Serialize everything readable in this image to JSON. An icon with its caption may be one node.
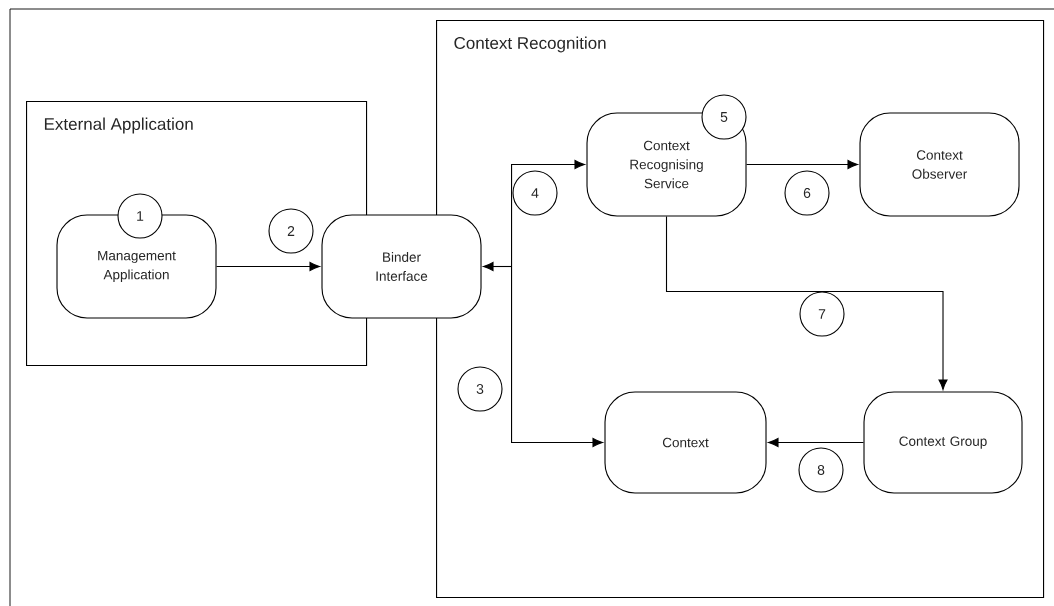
{
  "diagram": {
    "nodes": [
      {
        "text": [
          "External Application"
        ]
      },
      {
        "text": [
          "1"
        ],
        "in": 0
      },
      {
        "text": [
          "Management Application"
        ],
        "in": 0
      },
      {
        "text": [
          "2"
        ],
        "in": 0
      },
      {
        "text": [
          "Binder Interface"
        ]
      },
      {
        "text": [
          "Context Recognition"
        ]
      },
      {
        "text": [
          "3"
        ],
        "in": 5
      },
      {
        "text": [
          "4"
        ],
        "in": 5
      },
      {
        "text": [
          "5"
        ],
        "in": 5
      },
      {
        "text": [
          "Context Recognising Service"
        ],
        "in": 5
      },
      {
        "text": [
          "6"
        ],
        "in": 5
      },
      {
        "text": [
          "Context Observer"
        ],
        "in": 5
      },
      {
        "text": [
          "7"
        ],
        "in": 5
      },
      {
        "text": [
          "Context"
        ],
        "in": 5
      },
      {
        "text": [
          "8"
        ],
        "in": 5
      },
      {
        "text": [
          "Context Group"
        ],
        "in": 5
      }
    ],
    "edges": [
      {
        "from": 2,
        "to": 4,
        "arrow": "to"
      },
      {
        "from": 4,
        "to": 9,
        "arrow": "both"
      },
      {
        "from": 4,
        "to": 13,
        "arrow": "both"
      },
      {
        "from": 9,
        "to": 11,
        "arrow": "to"
      },
      {
        "from": 9,
        "to": 15,
        "arrow": "to"
      },
      {
        "from": 15,
        "to": 13,
        "arrow": "to"
      }
    ]
  }
}
